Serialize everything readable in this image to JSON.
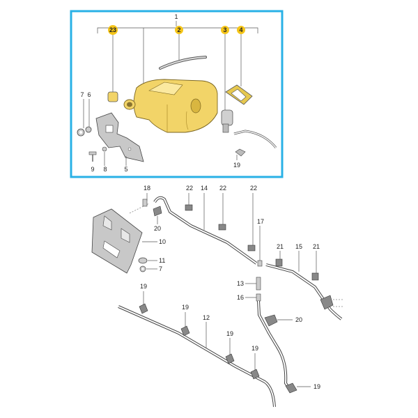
{
  "frame": {
    "border_color": "#29b1e6"
  },
  "colors": {
    "highlight": "#f5c518",
    "tank": "#f2d468",
    "tank_shade": "#d9b640",
    "part_grey": "#c8c8c8"
  },
  "callouts": {
    "c1": "1",
    "c2": "2",
    "c3": "3",
    "c4": "4",
    "c5": "5",
    "c6": "6",
    "c7a": "7",
    "c8": "8",
    "c9": "9",
    "c19a": "19",
    "c23": "23",
    "c18": "18",
    "c22a": "22",
    "c14": "14",
    "c22b": "22",
    "c22c": "22",
    "c20a": "20",
    "c17": "17",
    "c10": "10",
    "c11": "11",
    "c7b": "7",
    "c21a": "21",
    "c15": "15",
    "c21b": "21",
    "c13": "13",
    "c16": "16",
    "c20b": "20",
    "c19b": "19",
    "c19c": "19",
    "c12": "12",
    "c19d": "19",
    "c19e": "19",
    "c19f": "19"
  }
}
